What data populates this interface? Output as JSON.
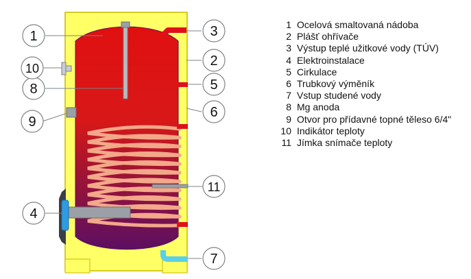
{
  "callouts": [
    {
      "number": "1"
    },
    {
      "number": "2"
    },
    {
      "number": "3"
    },
    {
      "number": "4"
    },
    {
      "number": "5"
    },
    {
      "number": "6"
    },
    {
      "number": "7"
    },
    {
      "number": "8"
    },
    {
      "number": "9"
    },
    {
      "number": "10"
    },
    {
      "number": "11"
    }
  ],
  "legend": [
    {
      "number": "1",
      "label": "Ocelová smaltovaná nádoba"
    },
    {
      "number": "2",
      "label": "Plášť ohřívače"
    },
    {
      "number": "3",
      "label": "Výstup teplé užitkové vody (TÚV)"
    },
    {
      "number": "4",
      "label": "Elektroinstalace"
    },
    {
      "number": "5",
      "label": "Cirkulace"
    },
    {
      "number": "6",
      "label": "Trubkový výměník"
    },
    {
      "number": "7",
      "label": "Vstup studené vody"
    },
    {
      "number": "8",
      "label": "Mg anoda"
    },
    {
      "number": "9",
      "label": "Otvor pro přídavné topné těleso 6/4\""
    },
    {
      "number": "10",
      "label": "Indikátor teploty"
    },
    {
      "number": "11",
      "label": "Jímka snímače teploty"
    }
  ],
  "colors": {
    "jacket": "#ffff66",
    "tank_hot": "#e01010",
    "tank_cold": "#6a1060",
    "pipe": "#e0101a",
    "cold_pipe": "#5ad0e8",
    "coil": "#f3a88a",
    "heater": "#9aa0a6",
    "heater_flange": "#2f9be0"
  }
}
